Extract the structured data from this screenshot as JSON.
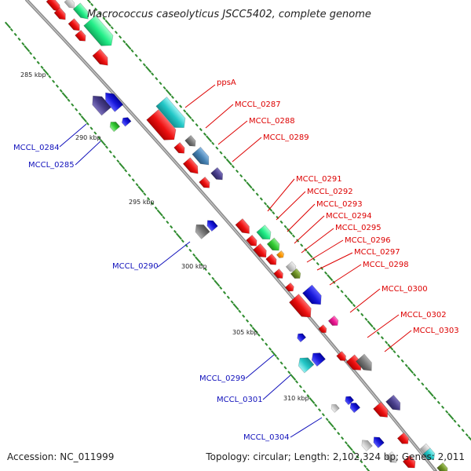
{
  "title": "Macrococcus caseolyticus JSCC5402, complete genome",
  "footer": {
    "accession": "Accession: NC_011999",
    "summary": "Topology: circular; Length: 2,102,324 bp; Genes: 2,011"
  },
  "ticks": [
    "285 kbp",
    "290 kbp",
    "295 kbp",
    "300 kbp",
    "305 kbp",
    "310 kbp"
  ],
  "forward_labels": [
    "ppsA",
    "MCCL_0287",
    "MCCL_0288",
    "MCCL_0289",
    "MCCL_0291",
    "MCCL_0292",
    "MCCL_0293",
    "MCCL_0294",
    "MCCL_0295",
    "MCCL_0296",
    "MCCL_0297",
    "MCCL_0298",
    "MCCL_0300",
    "MCCL_0302",
    "MCCL_0303"
  ],
  "reverse_labels": [
    "MCCL_0284",
    "MCCL_0285",
    "MCCL_0290",
    "MCCL_0299",
    "MCCL_0301",
    "MCCL_0304"
  ],
  "colors": {
    "backbone": "#8c8c8c",
    "forward_label": "#dd0000",
    "reverse_label": "#1010bb",
    "tick": "#2e8b2e",
    "gene_red": "#ee1111",
    "gene_blue": "#1a1adc",
    "gene_navy": "#4a3f8c",
    "gene_cyan": "#22c7c7",
    "gene_spring": "#22ee88",
    "gene_lime": "#33cc33",
    "gene_olive": "#6b8e23",
    "gene_grey": "#777777",
    "gene_steel": "#4682b4",
    "gene_orange": "#ff9900",
    "gene_pink": "#ee1493",
    "gene_silver": "#c8c8c8"
  }
}
